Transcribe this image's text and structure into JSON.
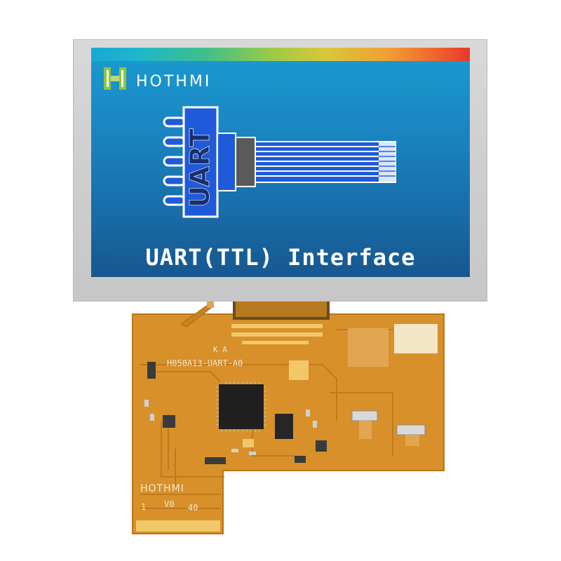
{
  "brand": {
    "name": "HOTHMI"
  },
  "screen": {
    "headline": "UART(TTL) Interface",
    "connector_label": "UART"
  },
  "board": {
    "model_label": "H050A13-UART-A0",
    "backlight_label": "K A",
    "mini_brand": "HOTHMI",
    "pin_first": "1",
    "pin_v0": "V0",
    "pin_last": "40"
  },
  "colors": {
    "screen_top": "#1a9bd0",
    "screen_bottom": "#17578f",
    "pcb": "#d8902a",
    "logo_green": "#8cc63f",
    "connector_blue": "#1f5bd8"
  }
}
